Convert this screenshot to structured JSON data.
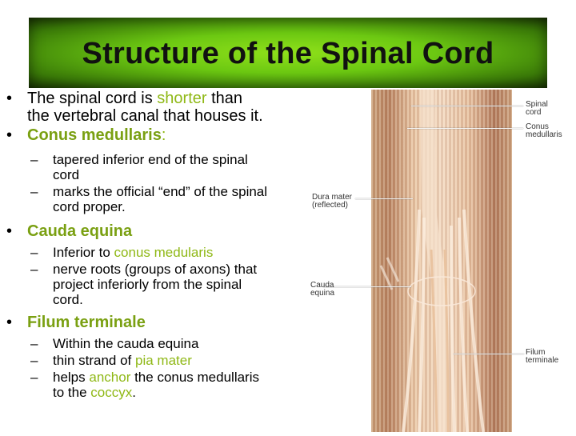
{
  "title": "Structure of the Spinal Cord",
  "bullets": {
    "b1_pre": "The spinal cord is ",
    "b1_hl": "shorter",
    "b1_post_a": " than",
    "b1_post_b": "the vertebral canal that houses it.",
    "b2_term": "Conus medullaris",
    "b2_colon": ":",
    "b2_sub1_a": "tapered inferior end of the spinal",
    "b2_sub1_b": "cord",
    "b2_sub2_a": "marks the official “end” of the spinal",
    "b2_sub2_b": "cord proper.",
    "b3_term": "Cauda equina",
    "b3_sub1_pre": "Inferior to ",
    "b3_sub1_hl": "conus medularis",
    "b3_sub2_a": "nerve roots (groups of axons) that",
    "b3_sub2_b": "project inferiorly from the spinal",
    "b3_sub2_c": "cord.",
    "b4_term": "Filum terminale",
    "b4_sub1": "Within the cauda equina",
    "b4_sub2_pre": "thin strand of ",
    "b4_sub2_hl": "pia mater",
    "b4_sub3_pre": "helps ",
    "b4_sub3_hl": "anchor",
    "b4_sub3_post": " the conus medullaris",
    "b4_sub3_b_pre": "to the ",
    "b4_sub3_b_hl": "coccyx",
    "b4_sub3_b_post": "."
  },
  "figure": {
    "spinal_cord_a": "Spinal",
    "spinal_cord_b": "cord",
    "conus_a": "Conus",
    "conus_b": "medullaris",
    "dura_a": "Dura mater",
    "dura_b": "(reflected)",
    "cauda_a": "Cauda",
    "cauda_b": "equina",
    "filum_a": "Filum",
    "filum_b": "terminale"
  },
  "colors": {
    "highlight": "#8fb816",
    "title_bg": "#6cc812"
  }
}
